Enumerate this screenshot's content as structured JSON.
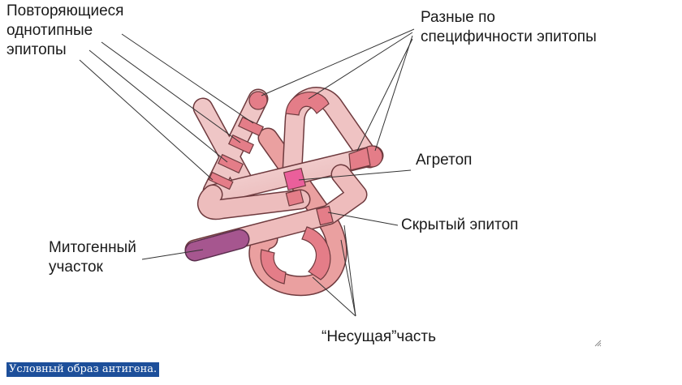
{
  "labels": {
    "repeated_epitopes": "Повторяющиеся\nоднотипные\nэпитопы",
    "different_epitopes": "Разные по\nспецифичности эпитопы",
    "agretop": "Агретоп",
    "hidden_epitope": "Скрытый эпитоп",
    "mitogenic_site": "Митогенный\nучасток",
    "carrier_part": "“Несущая”часть"
  },
  "caption": "Условный образ антигена.",
  "colors": {
    "tube_light": "#efc6c6",
    "tube_mid": "#e9a3a3",
    "epitope": "#e47d88",
    "outline": "#6e3a3e",
    "agretop": "#ea5f9b",
    "mitogenic": "#a6568f",
    "leader": "#333333",
    "caption_bg": "#1d4f9a"
  },
  "icons": {
    "resize": "resize-grip-icon"
  }
}
